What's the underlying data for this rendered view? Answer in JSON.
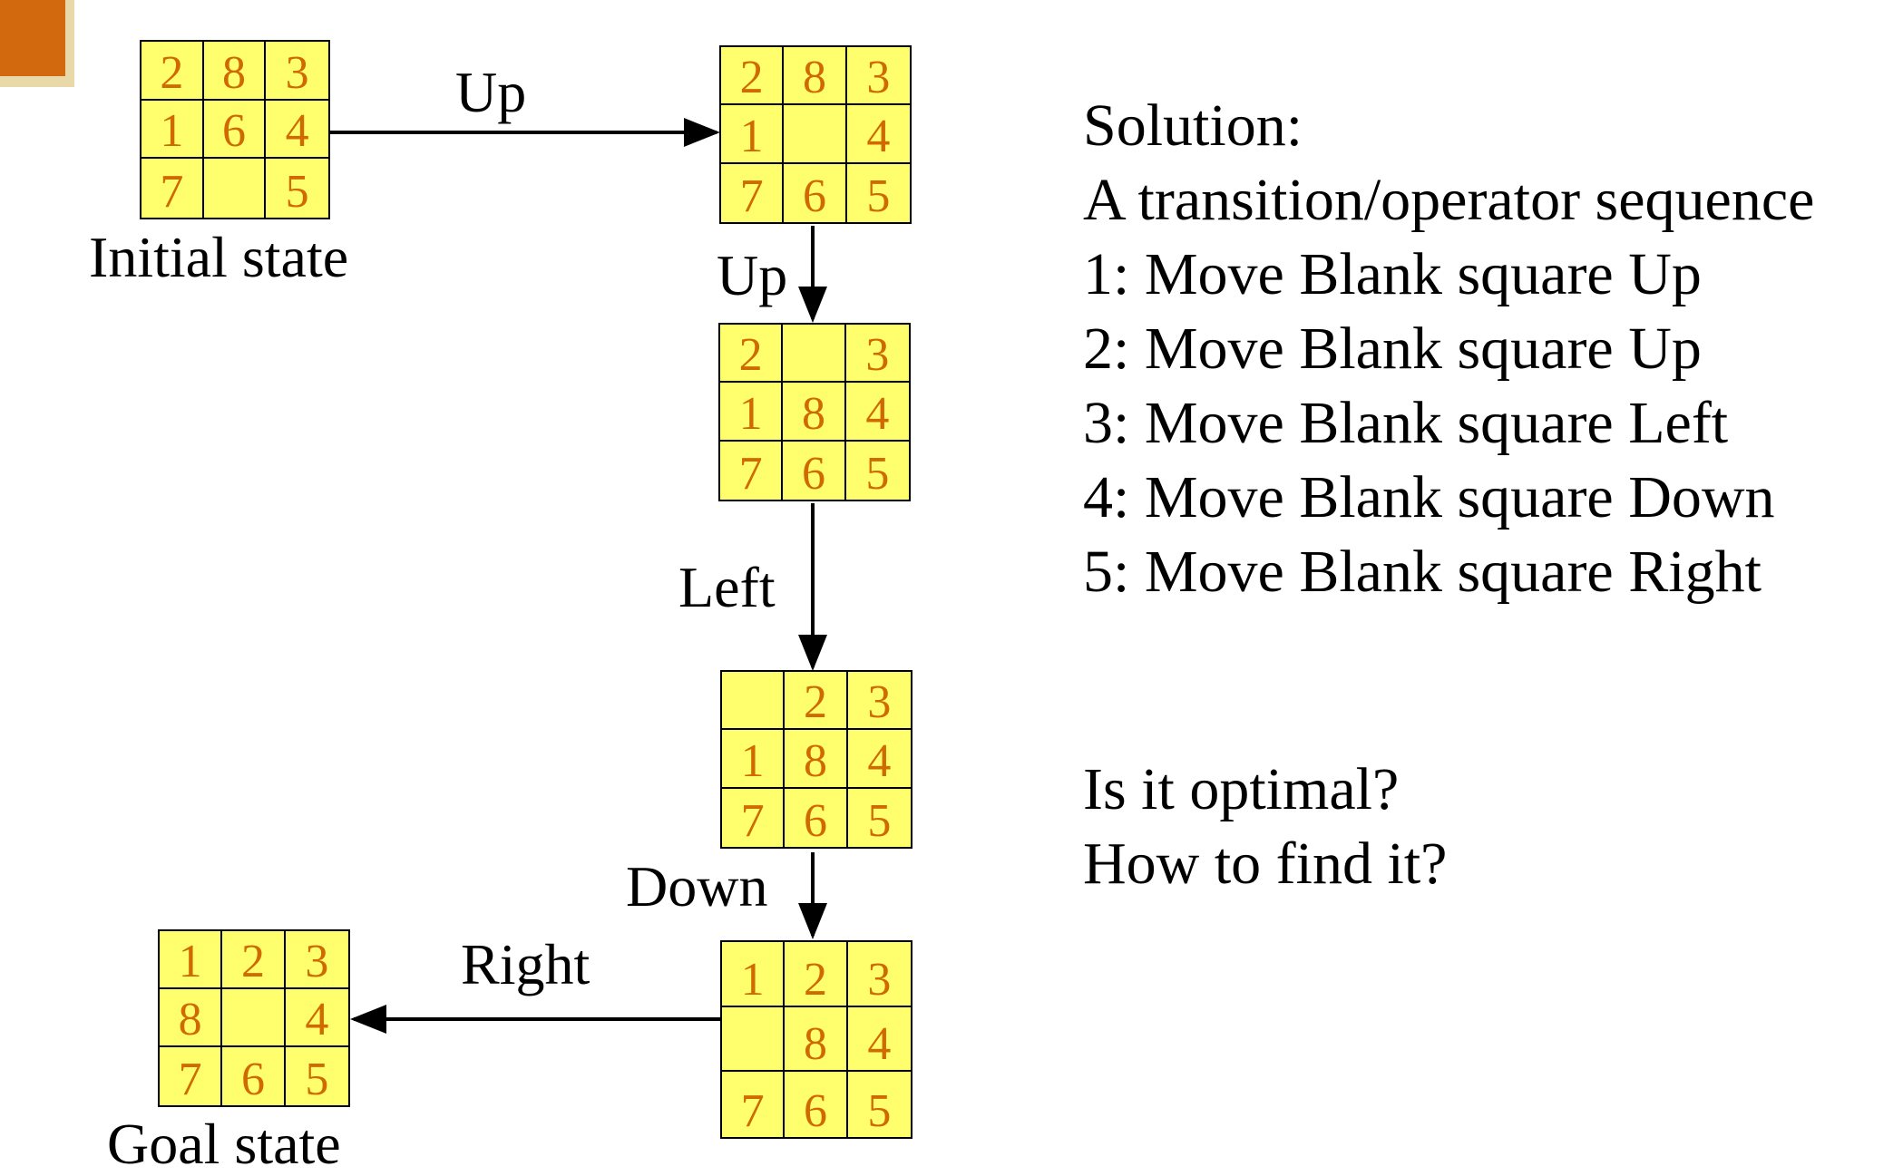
{
  "boards": {
    "initial": [
      "2",
      "8",
      "3",
      "1",
      "6",
      "4",
      "7",
      "",
      "5"
    ],
    "after_up1": [
      "2",
      "8",
      "3",
      "1",
      "",
      "4",
      "7",
      "6",
      "5"
    ],
    "after_up2": [
      "2",
      "",
      "3",
      "1",
      "8",
      "4",
      "7",
      "6",
      "5"
    ],
    "after_left": [
      "",
      "2",
      "3",
      "1",
      "8",
      "4",
      "7",
      "6",
      "5"
    ],
    "after_down": [
      "1",
      "2",
      "3",
      "",
      "8",
      "4",
      "7",
      "6",
      "5"
    ],
    "goal": [
      "1",
      "2",
      "3",
      "8",
      "",
      "4",
      "7",
      "6",
      "5"
    ]
  },
  "captions": {
    "initial": "Initial state",
    "goal": "Goal state"
  },
  "moves": {
    "up1": "Up",
    "up2": "Up",
    "left": "Left",
    "down": "Down",
    "right": "Right"
  },
  "solution": {
    "title": "Solution:",
    "subtitle": "A transition/operator sequence",
    "steps": [
      "1: Move Blank square Up",
      "2: Move Blank square Up",
      "3: Move Blank square Left",
      "4: Move Blank square Down",
      "5: Move Blank square Right"
    ]
  },
  "questions": [
    "Is it optimal?",
    "How to find it?"
  ],
  "colors": {
    "tile_fill": "#ffff6e",
    "tile_digit": "#d06a00",
    "accent": "#d2690e"
  }
}
